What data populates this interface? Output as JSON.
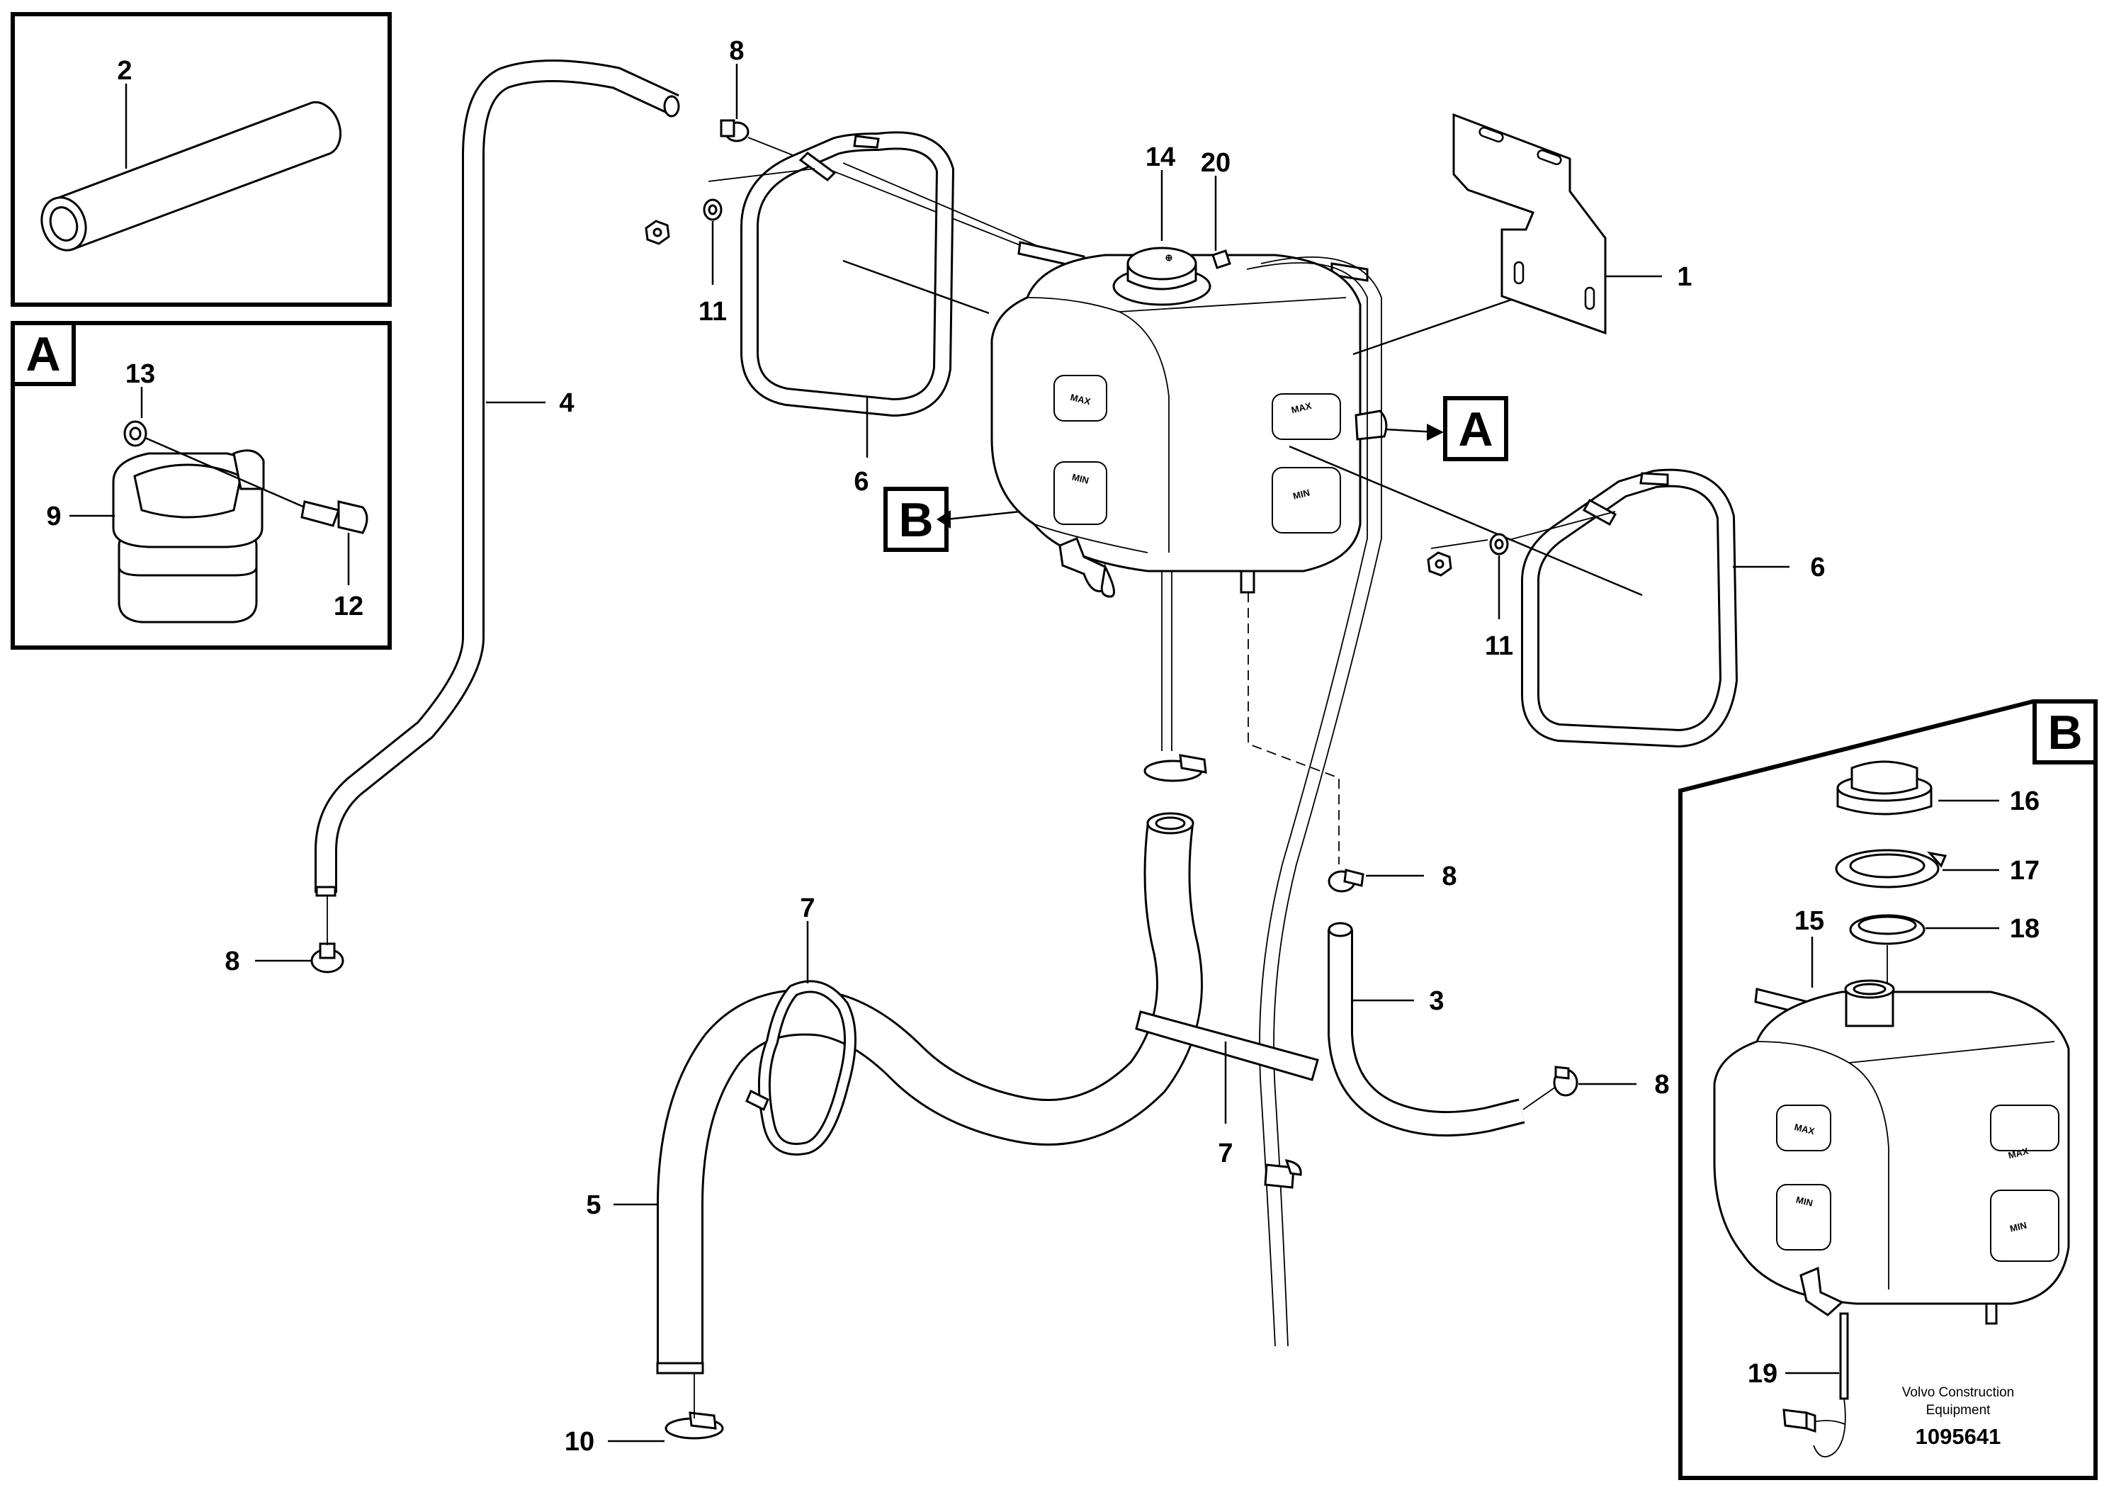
{
  "callouts": {
    "c2": "2",
    "c8_top": "8",
    "c14": "14",
    "c20": "20",
    "c1": "1",
    "c11_left": "11",
    "c4": "4",
    "c13": "13",
    "c9": "9",
    "c12": "12",
    "c6_left": "6",
    "c6_right": "6",
    "c11_right": "11",
    "c8_mid": "8",
    "c3": "3",
    "c8_right": "8",
    "c8_left": "8",
    "c7_top": "7",
    "c7_bottom": "7",
    "c5": "5",
    "c10": "10",
    "c16": "16",
    "c17": "17",
    "c18": "18",
    "c15": "15",
    "c19": "19"
  },
  "reference_boxes": {
    "a_detail": "A",
    "b_detail": "B",
    "a_pointer": "A",
    "b_pointer": "B"
  },
  "tank_labels": {
    "max": "MAX",
    "min": "MIN"
  },
  "caption": {
    "line1": "Volvo Construction",
    "line2": "Equipment",
    "doc_number": "1095641"
  }
}
